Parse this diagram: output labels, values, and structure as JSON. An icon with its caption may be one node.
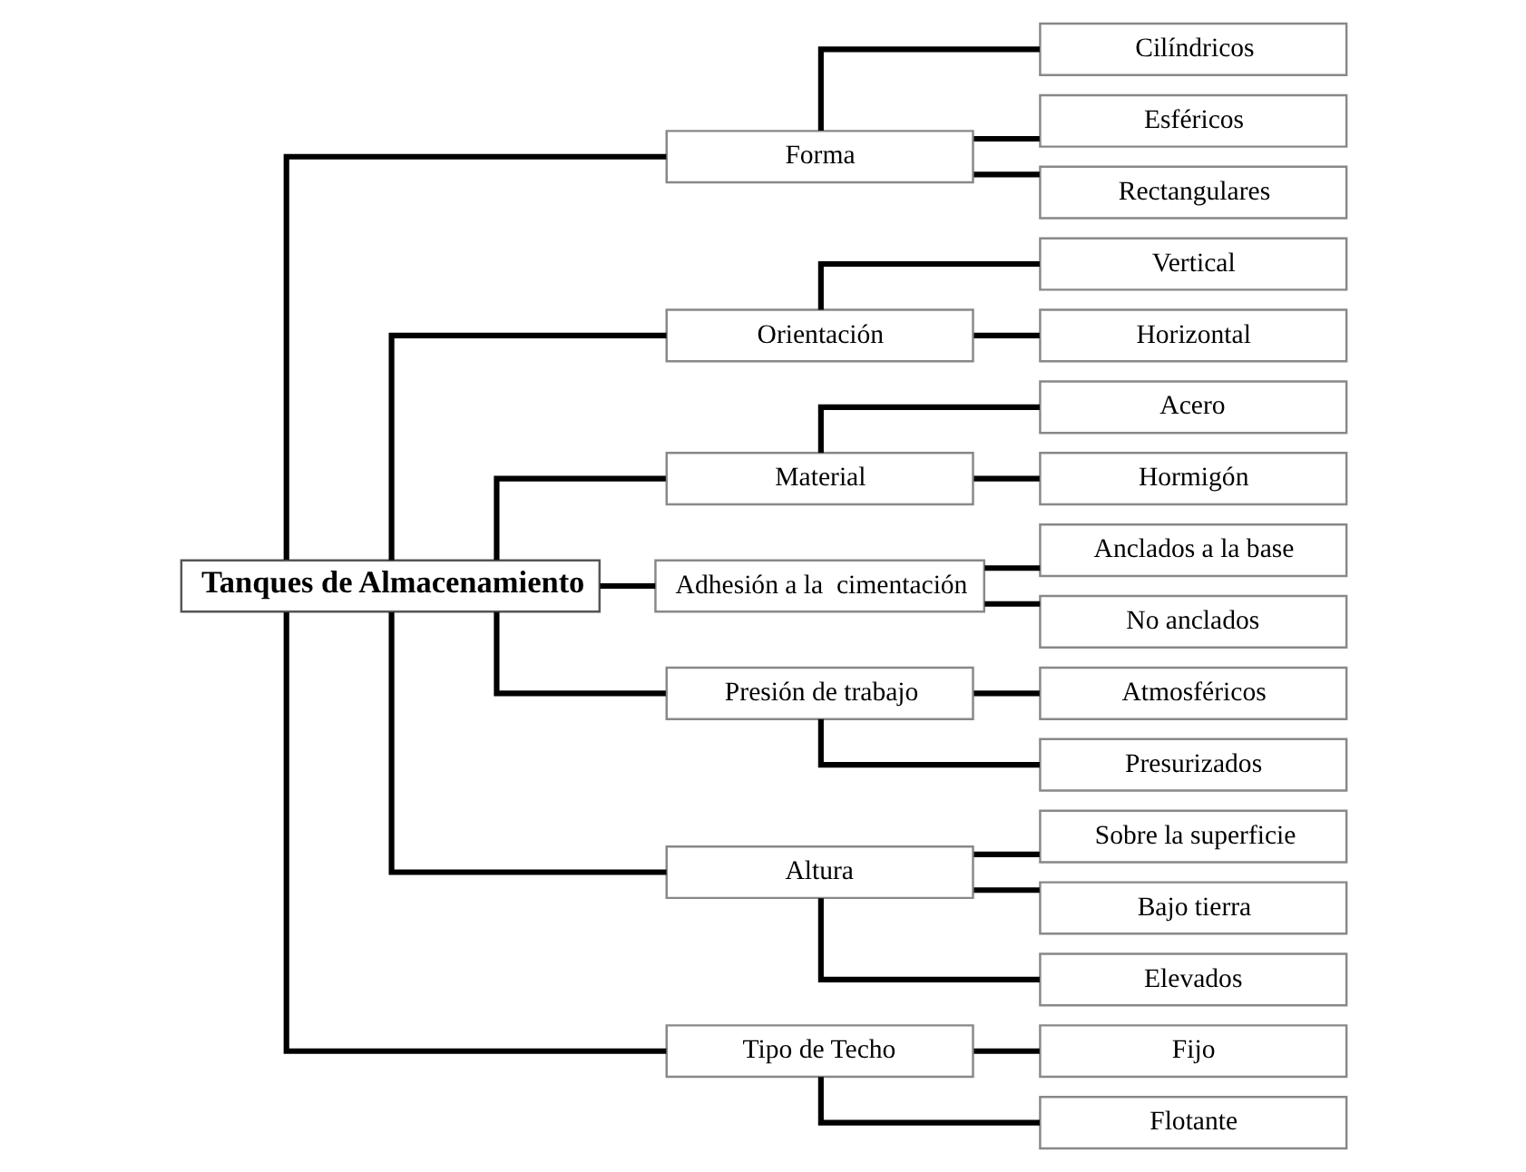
{
  "diagram": {
    "nodes": [
      {
        "text": [
          "Tanques de Almacenamiento"
        ]
      },
      {
        "text": [
          "Forma"
        ]
      },
      {
        "text": [
          "Cilíndricos"
        ]
      },
      {
        "text": [
          "Esféricos"
        ]
      },
      {
        "text": [
          "Rectangulares"
        ]
      },
      {
        "text": [
          "Orientación"
        ]
      },
      {
        "text": [
          "Vertical"
        ]
      },
      {
        "text": [
          "Horizontal"
        ]
      },
      {
        "text": [
          "Material"
        ]
      },
      {
        "text": [
          "Acero"
        ]
      },
      {
        "text": [
          "Hormigón"
        ]
      },
      {
        "text": [
          "Adhesión a la  cimentación"
        ]
      },
      {
        "text": [
          "Anclados a la base"
        ]
      },
      {
        "text": [
          "No anclados"
        ]
      },
      {
        "text": [
          "Presión de trabajo"
        ]
      },
      {
        "text": [
          "Atmosféricos"
        ]
      },
      {
        "text": [
          "Presurizados"
        ]
      },
      {
        "text": [
          "Altura"
        ]
      },
      {
        "text": [
          "Sobre la superficie"
        ]
      },
      {
        "text": [
          "Bajo tierra"
        ]
      },
      {
        "text": [
          "Elevados"
        ]
      },
      {
        "text": [
          "Tipo de Techo"
        ]
      },
      {
        "text": [
          "Fijo"
        ]
      },
      {
        "text": [
          "Flotante"
        ]
      }
    ],
    "edges": [
      {
        "from": 0,
        "to": 1,
        "arrow": "none"
      },
      {
        "from": 1,
        "to": 2,
        "arrow": "none"
      },
      {
        "from": 1,
        "to": 3,
        "arrow": "none"
      },
      {
        "from": 1,
        "to": 4,
        "arrow": "none"
      },
      {
        "from": 0,
        "to": 5,
        "arrow": "none"
      },
      {
        "from": 5,
        "to": 6,
        "arrow": "none"
      },
      {
        "from": 5,
        "to": 7,
        "arrow": "none"
      },
      {
        "from": 0,
        "to": 8,
        "arrow": "none"
      },
      {
        "from": 8,
        "to": 9,
        "arrow": "none"
      },
      {
        "from": 8,
        "to": 10,
        "arrow": "none"
      },
      {
        "from": 0,
        "to": 11,
        "arrow": "none"
      },
      {
        "from": 11,
        "to": 12,
        "arrow": "none"
      },
      {
        "from": 11,
        "to": 13,
        "arrow": "none"
      },
      {
        "from": 0,
        "to": 14,
        "arrow": "none"
      },
      {
        "from": 14,
        "to": 15,
        "arrow": "none"
      },
      {
        "from": 14,
        "to": 16,
        "arrow": "none"
      },
      {
        "from": 0,
        "to": 17,
        "arrow": "none"
      },
      {
        "from": 17,
        "to": 18,
        "arrow": "none"
      },
      {
        "from": 17,
        "to": 19,
        "arrow": "none"
      },
      {
        "from": 17,
        "to": 20,
        "arrow": "none"
      },
      {
        "from": 0,
        "to": 21,
        "arrow": "none"
      },
      {
        "from": 21,
        "to": 22,
        "arrow": "none"
      },
      {
        "from": 21,
        "to": 23,
        "arrow": "none"
      }
    ]
  }
}
